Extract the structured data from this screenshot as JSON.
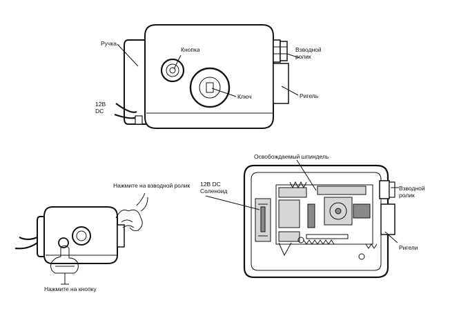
{
  "top_diagram": {
    "handle_label": "Ручка",
    "button_label": "Кнопка",
    "roller_label_line1": "Взводной",
    "roller_label_line2": "ролик",
    "key_label": "Ключ",
    "bolt_label": "Ригель",
    "power_label_line1": "12В",
    "power_label_line2": "DC"
  },
  "bottom_left_diagram": {
    "press_roller_label": "Нажмите на взводной ролик",
    "press_button_label": "Нажмите на кнопку"
  },
  "bottom_right_diagram": {
    "spindle_label": "Освобождаемый шпиндель",
    "solenoid_label_line1": "12В DC",
    "solenoid_label_line2": "Соленоид",
    "roller_label_line1": "Взводной",
    "roller_label_line2": "ролик",
    "bolts_label": "Ригели"
  }
}
